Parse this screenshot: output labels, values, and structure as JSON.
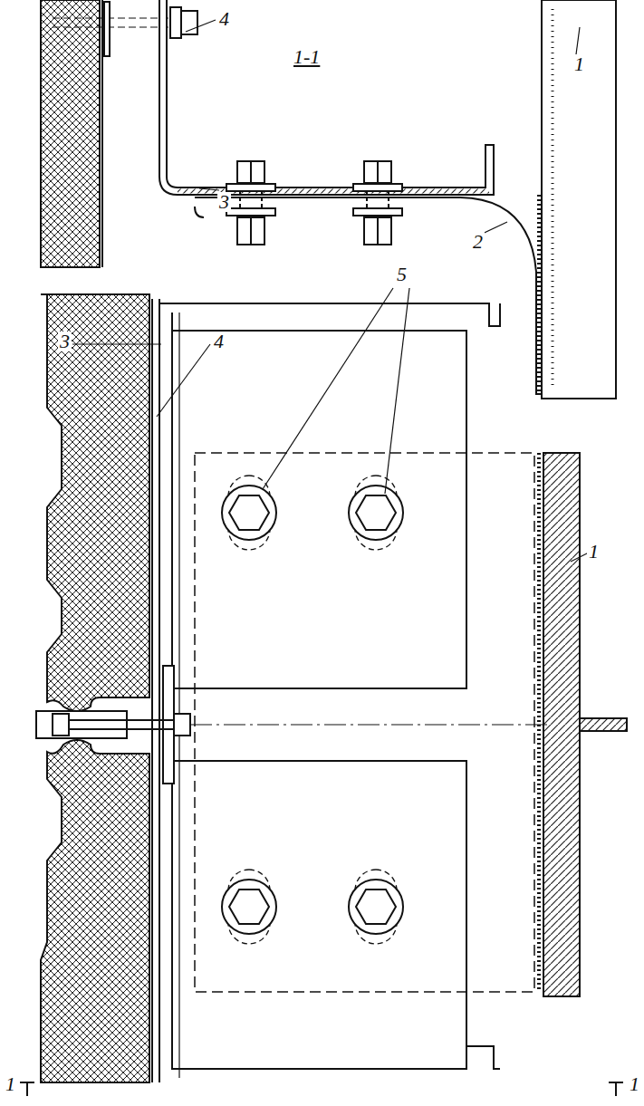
{
  "diagram": {
    "title": "1-1",
    "labels": [
      "4",
      "1",
      "3",
      "2",
      "3",
      "4",
      "5",
      "1",
      "1",
      "1"
    ]
  }
}
